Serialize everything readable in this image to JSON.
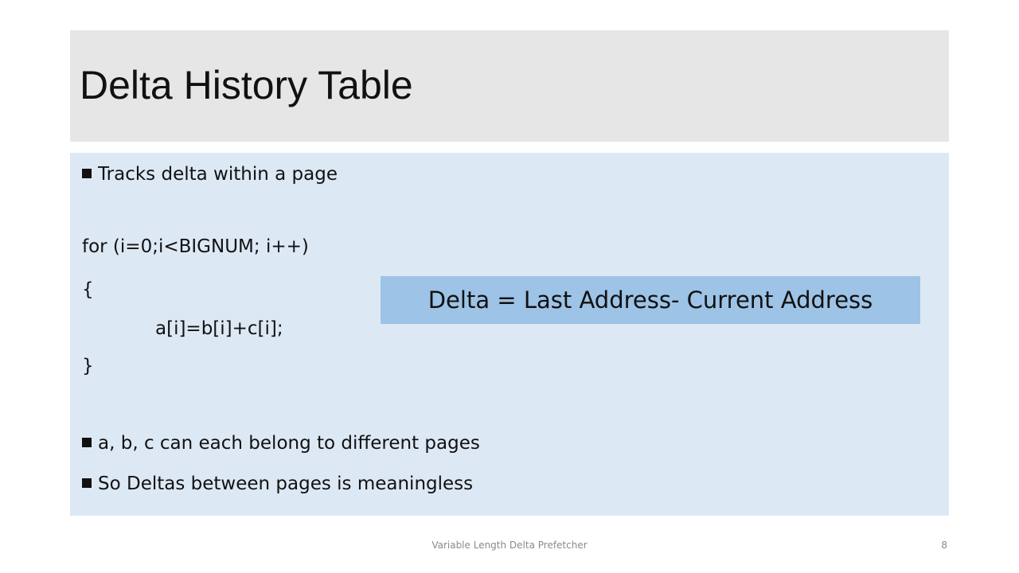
{
  "slide": {
    "title": "Delta History Table",
    "bullets_top": [
      "Tracks delta within a page"
    ],
    "code": {
      "loop": "for (i=0;i<BIGNUM; i++)",
      "open_brace": "{",
      "body": "a[i]=b[i]+c[i];",
      "close_brace": "}"
    },
    "bullets_bottom": [
      "a, b, c can each belong to different pages",
      "So Deltas between pages is meaningless"
    ],
    "callout": "Delta = Last Address- Current Address"
  },
  "footer": {
    "text": "Variable Length Delta Prefetcher",
    "page_number": "8"
  },
  "colors": {
    "title_background": "#e6e6e6",
    "content_background": "#dde8f5",
    "callout_background": "#9dc3e6"
  }
}
